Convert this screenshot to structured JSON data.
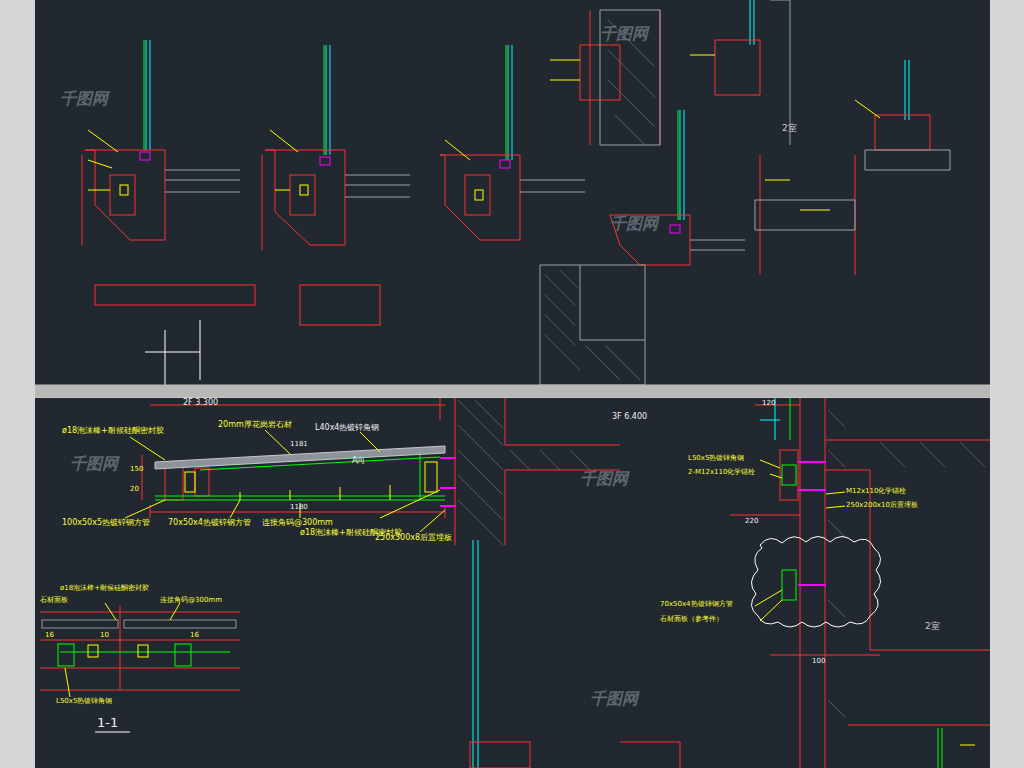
{
  "diagram": {
    "labels": [
      "2F 3.300",
      "ø18泡沫棒+耐候硅酮密封胶",
      "20mm厚花岗岩石材",
      "L40x4热镀锌角钢",
      "1181",
      "150",
      "20",
      "A向",
      "1180",
      "100x50x5热镀锌钢方管",
      "70x50x4热镀锌钢方管",
      "连接角码@300mm",
      "ø18泡沫棒+耐候硅酮密封胶",
      "250x300x8后置埋板",
      "3F 6.400",
      "L50x5热镀锌角钢",
      "2-M12x110化学锚栓",
      "M12x110化学锚栓",
      "250x200x10后置埋板",
      "70x50x4热镀锌钢方管",
      "石材面板（参考件）",
      "2室",
      "石材面板",
      "ø18泡沫棒+耐候硅酮密封胶",
      "连接角码@300mm",
      "L50x5热镀锌角钢",
      "1-1",
      "16",
      "10",
      "16",
      "120",
      "220",
      "100",
      "2室",
      "千图网",
      "千图网",
      "千图网",
      "千图网",
      "千图网",
      "千图网"
    ]
  }
}
